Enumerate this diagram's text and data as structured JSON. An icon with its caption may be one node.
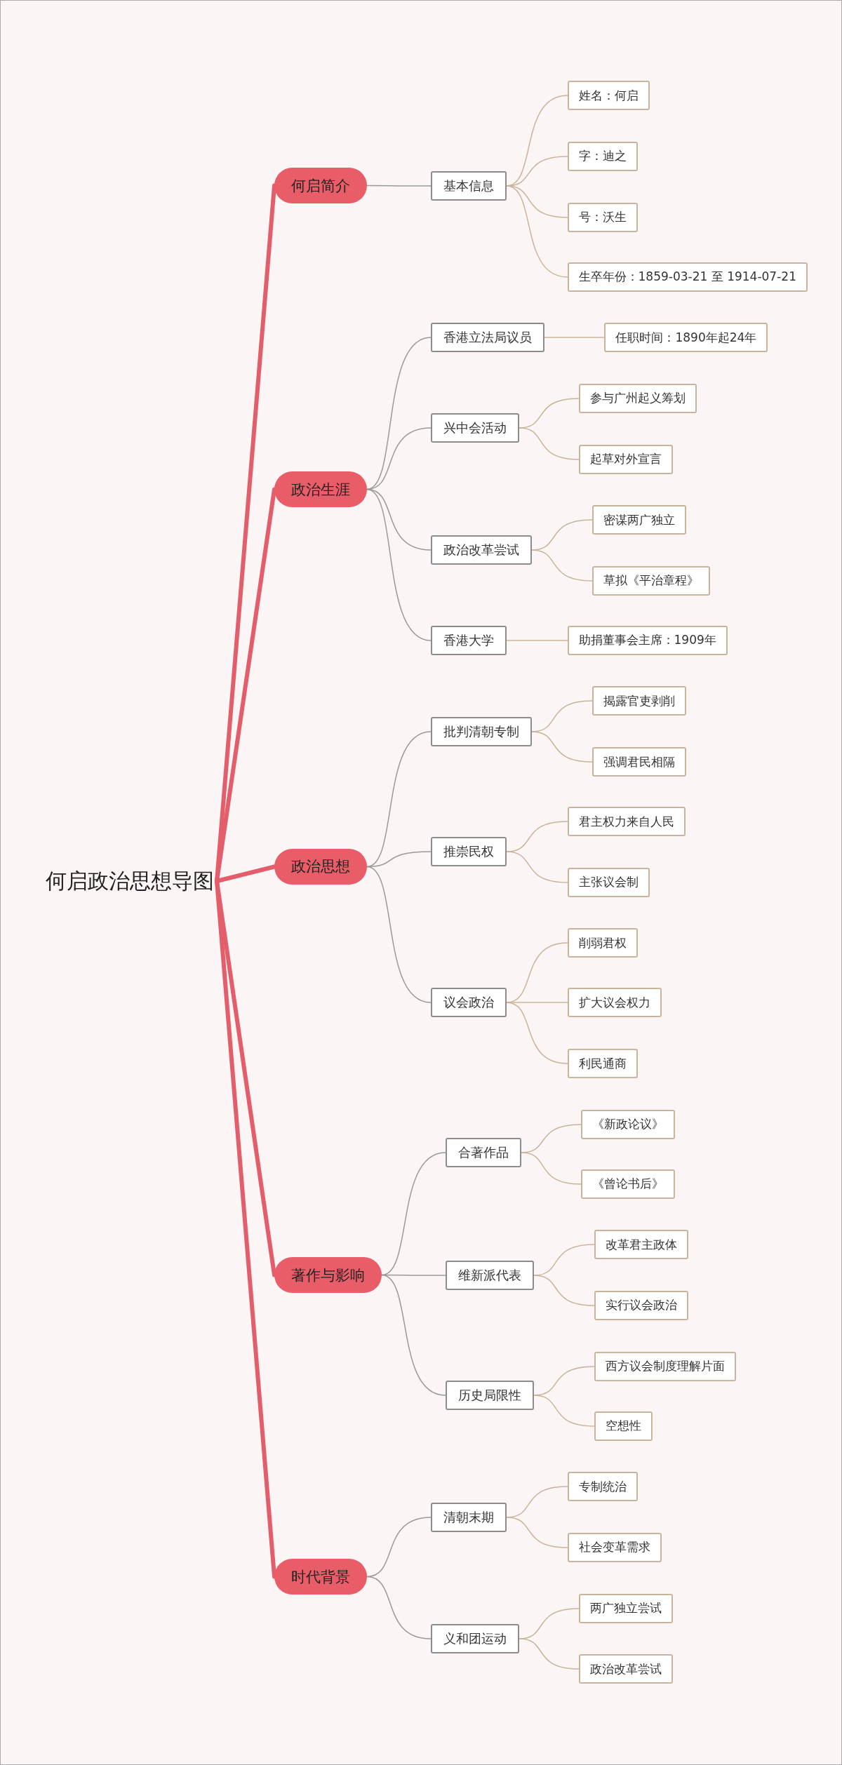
{
  "diagram": {
    "nodes": [
      {
        "text": [
          "何启政治思想导图"
        ]
      },
      {
        "text": [
          "何启简介"
        ]
      },
      {
        "text": [
          "基本信息"
        ]
      },
      {
        "text": [
          "姓名：何启"
        ]
      },
      {
        "text": [
          "字：迪之"
        ]
      },
      {
        "text": [
          "号：沃生"
        ]
      },
      {
        "text": [
          "生卒年份：1859-03-21 至 1914-07-21"
        ]
      },
      {
        "text": [
          "政治生涯"
        ]
      },
      {
        "text": [
          "香港立法局议员"
        ]
      },
      {
        "text": [
          "任职时间：1890年起24年"
        ]
      },
      {
        "text": [
          "兴中会活动"
        ]
      },
      {
        "text": [
          "参与广州起义筹划"
        ]
      },
      {
        "text": [
          "起草对外宣言"
        ]
      },
      {
        "text": [
          "政治改革尝试"
        ]
      },
      {
        "text": [
          "密谋两广独立"
        ]
      },
      {
        "text": [
          "草拟《平治章程》"
        ]
      },
      {
        "text": [
          "香港大学"
        ]
      },
      {
        "text": [
          "助捐董事会主席：1909年"
        ]
      },
      {
        "text": [
          "政治思想"
        ]
      },
      {
        "text": [
          "批判清朝专制"
        ]
      },
      {
        "text": [
          "揭露官吏剥削"
        ]
      },
      {
        "text": [
          "强调君民相隔"
        ]
      },
      {
        "text": [
          "推崇民权"
        ]
      },
      {
        "text": [
          "君主权力来自人民"
        ]
      },
      {
        "text": [
          "主张议会制"
        ]
      },
      {
        "text": [
          "议会政治"
        ]
      },
      {
        "text": [
          "削弱君权"
        ]
      },
      {
        "text": [
          "扩大议会权力"
        ]
      },
      {
        "text": [
          "利民通商"
        ]
      },
      {
        "text": [
          "著作与影响"
        ]
      },
      {
        "text": [
          "合著作品"
        ]
      },
      {
        "text": [
          "《新政论议》"
        ]
      },
      {
        "text": [
          "《曾论书后》"
        ]
      },
      {
        "text": [
          "维新派代表"
        ]
      },
      {
        "text": [
          "改革君主政体"
        ]
      },
      {
        "text": [
          "实行议会政治"
        ]
      },
      {
        "text": [
          "历史局限性"
        ]
      },
      {
        "text": [
          "西方议会制度理解片面"
        ]
      },
      {
        "text": [
          "空想性"
        ]
      },
      {
        "text": [
          "时代背景"
        ]
      },
      {
        "text": [
          "清朝末期"
        ]
      },
      {
        "text": [
          "专制统治"
        ]
      },
      {
        "text": [
          "社会变革需求"
        ]
      },
      {
        "text": [
          "义和团运动"
        ]
      },
      {
        "text": [
          "两广独立尝试"
        ]
      },
      {
        "text": [
          "政治改革尝试"
        ]
      }
    ],
    "edges": [
      {
        "from": 0,
        "to": 1,
        "arrow": "none",
        "style": "thick",
        "color": "#e35d6a"
      },
      {
        "from": 0,
        "to": 7,
        "arrow": "none",
        "style": "thick",
        "color": "#e35d6a"
      },
      {
        "from": 0,
        "to": 18,
        "arrow": "none",
        "style": "thick",
        "color": "#e35d6a"
      },
      {
        "from": 0,
        "to": 29,
        "arrow": "none",
        "style": "thick",
        "color": "#e35d6a"
      },
      {
        "from": 0,
        "to": 39,
        "arrow": "none",
        "style": "thick",
        "color": "#e35d6a"
      },
      {
        "from": 1,
        "to": 2,
        "arrow": "none",
        "color": "#9a9a9a"
      },
      {
        "from": 2,
        "to": 3,
        "arrow": "none"
      },
      {
        "from": 2,
        "to": 4,
        "arrow": "none"
      },
      {
        "from": 2,
        "to": 5,
        "arrow": "none"
      },
      {
        "from": 2,
        "to": 6,
        "arrow": "none"
      },
      {
        "from": 7,
        "to": 8,
        "arrow": "none",
        "color": "#9a9a9a"
      },
      {
        "from": 8,
        "to": 9,
        "arrow": "none"
      },
      {
        "from": 7,
        "to": 10,
        "arrow": "none",
        "color": "#9a9a9a"
      },
      {
        "from": 10,
        "to": 11,
        "arrow": "none"
      },
      {
        "from": 10,
        "to": 12,
        "arrow": "none"
      },
      {
        "from": 7,
        "to": 13,
        "arrow": "none",
        "color": "#9a9a9a"
      },
      {
        "from": 13,
        "to": 14,
        "arrow": "none"
      },
      {
        "from": 13,
        "to": 15,
        "arrow": "none"
      },
      {
        "from": 7,
        "to": 16,
        "arrow": "none",
        "color": "#9a9a9a"
      },
      {
        "from": 16,
        "to": 17,
        "arrow": "none"
      },
      {
        "from": 18,
        "to": 19,
        "arrow": "none",
        "color": "#9a9a9a"
      },
      {
        "from": 19,
        "to": 20,
        "arrow": "none"
      },
      {
        "from": 19,
        "to": 21,
        "arrow": "none"
      },
      {
        "from": 18,
        "to": 22,
        "arrow": "none",
        "color": "#9a9a9a"
      },
      {
        "from": 22,
        "to": 23,
        "arrow": "none"
      },
      {
        "from": 22,
        "to": 24,
        "arrow": "none"
      },
      {
        "from": 18,
        "to": 25,
        "arrow": "none",
        "color": "#9a9a9a"
      },
      {
        "from": 25,
        "to": 26,
        "arrow": "none"
      },
      {
        "from": 25,
        "to": 27,
        "arrow": "none"
      },
      {
        "from": 25,
        "to": 28,
        "arrow": "none"
      },
      {
        "from": 29,
        "to": 30,
        "arrow": "none",
        "color": "#9a9a9a"
      },
      {
        "from": 30,
        "to": 31,
        "arrow": "none"
      },
      {
        "from": 30,
        "to": 32,
        "arrow": "none"
      },
      {
        "from": 29,
        "to": 33,
        "arrow": "none",
        "color": "#9a9a9a"
      },
      {
        "from": 33,
        "to": 34,
        "arrow": "none"
      },
      {
        "from": 33,
        "to": 35,
        "arrow": "none"
      },
      {
        "from": 29,
        "to": 36,
        "arrow": "none",
        "color": "#9a9a9a"
      },
      {
        "from": 36,
        "to": 37,
        "arrow": "none"
      },
      {
        "from": 36,
        "to": 38,
        "arrow": "none"
      },
      {
        "from": 39,
        "to": 40,
        "arrow": "none",
        "color": "#9a9a9a"
      },
      {
        "from": 40,
        "to": 41,
        "arrow": "none"
      },
      {
        "from": 40,
        "to": 42,
        "arrow": "none"
      },
      {
        "from": 39,
        "to": 43,
        "arrow": "none",
        "color": "#9a9a9a"
      },
      {
        "from": 43,
        "to": 44,
        "arrow": "none"
      },
      {
        "from": 43,
        "to": 45,
        "arrow": "none"
      }
    ]
  }
}
